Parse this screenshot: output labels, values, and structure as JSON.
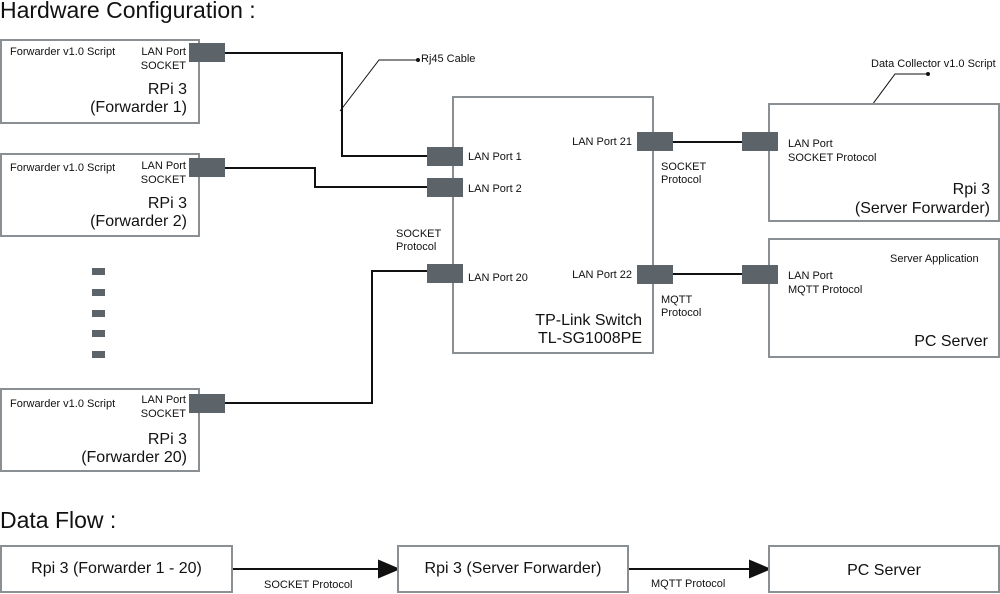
{
  "headings": {
    "hardware": "Hardware Configuration :",
    "dataflow": "Data Flow :"
  },
  "forwarders": [
    {
      "script": "Forwarder v1.0 Script",
      "port": "LAN Port",
      "proto": "SOCKET",
      "device": "RPi 3",
      "name": "(Forwarder 1)"
    },
    {
      "script": "Forwarder v1.0 Script",
      "port": "LAN Port",
      "proto": "SOCKET",
      "device": "RPi 3",
      "name": "(Forwarder 2)"
    },
    {
      "script": "Forwarder v1.0 Script",
      "port": "LAN Port",
      "proto": "SOCKET",
      "device": "RPi 3",
      "name": "(Forwarder 20)"
    }
  ],
  "cable_label": "Rj45 Cable",
  "switch": {
    "line1": "TP-Link Switch",
    "line2": "TL-SG1008PE",
    "ports": {
      "p1": "LAN Port 1",
      "p2": "LAN Port 2",
      "p20": "LAN Port 20",
      "p21": "LAN Port 21",
      "p22": "LAN Port 22"
    },
    "socket_left_1": "SOCKET",
    "socket_left_2": "Protocol",
    "socket_right_1": "SOCKET",
    "socket_right_2": "Protocol",
    "mqtt_1": "MQTT",
    "mqtt_2": "Protocol"
  },
  "collector_label": "Data Collector v1.0 Script",
  "server_forwarder": {
    "port": "LAN Port",
    "proto": "SOCKET Protocol",
    "device": "Rpi 3",
    "name": "(Server Forwarder)"
  },
  "pc_server": {
    "app": "Server Application",
    "port": "LAN Port",
    "proto": "MQTT Protocol",
    "name": "PC Server"
  },
  "flow": {
    "node1": "Rpi 3 (Forwarder 1 - 20)",
    "node2": "Rpi 3 (Server Forwarder)",
    "node3": "PC Server",
    "edge1": "SOCKET Protocol",
    "edge2": "MQTT Protocol"
  },
  "colors": {
    "port": "#5d6469",
    "border": "#8a8f93",
    "wire": "#111111"
  }
}
